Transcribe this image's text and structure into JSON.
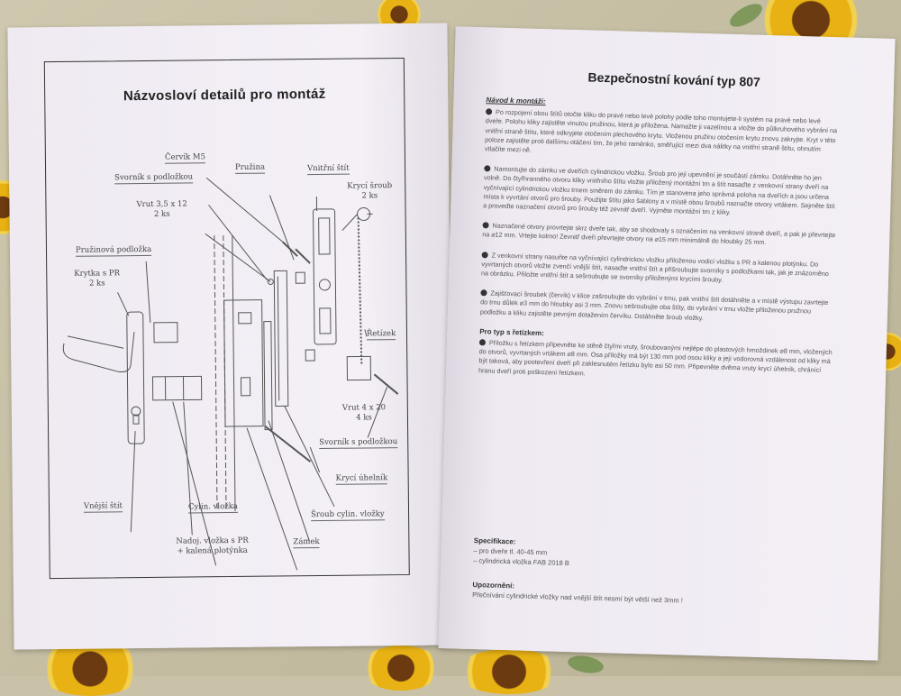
{
  "left_page": {
    "title": "Názvosloví detailů pro montáž",
    "labels": {
      "cervik": "Červík M5",
      "pruzina": "Pružina",
      "vnitrni_stit": "Vnitřní štít",
      "kryci_sroub": "Krycí šroub",
      "kryci_sroub_qty": "2 ks",
      "svornik_top": "Svorník s podložkou",
      "vrut_top": "Vrut 3,5 x 12",
      "vrut_top_qty": "2 ks",
      "pruzinova_podlozka": "Pružinová podložka",
      "krytka": "Krytka s PR",
      "krytka_qty": "2 ks",
      "retizek": "Řetízek",
      "vrut_bottom": "Vrut 4 x 20",
      "vrut_bottom_qty": "4 ks",
      "svornik_bottom": "Svorník s podložkou",
      "kryci_uhelnik": "Krycí úhelník",
      "vnejsi_stit": "Vnější štít",
      "cylin_vlozka": "Cylin. vložka",
      "sroub_cylin": "Šroub cylin. vložky",
      "nadoj": "Nadoj. vložka s PR",
      "nadoj2": "+ kalená plotýnka",
      "zamek": "Zámek"
    }
  },
  "right_page": {
    "title": "Bezpečnostní kování typ 807",
    "install_header": "Návod k montáži:",
    "install_paragraphs": [
      "Po rozpojení obou štítů otočte kliku do pravé nebo levé polohy podle toho montujete-li systém na pravé nebo levé dveře. Polohu kliky zajistěte vinutou pružinou, která je přiložena. Namažte ji vazelínou a vložte do půlkruhového vybrání na vnitřní straně štítu, které odkryjete otočením plechového krytu. Vloženou pružinu otočením krytu znovu zakryjte. Kryt v této poloze zajistěte proti dalšímu otáčení tím, že jeho raménko, směřující mezi dva nálitky na vnitřní straně štítu, ohnutím vtlačíte mezi ně.",
      "Namontujte do zámku ve dveřích cylindrickou vložku. Šroub pro její upevnění je součástí zámku. Dotáhněte ho jen volně. Do čtyřhranného otvoru kliky vnitřního štítu vložte přiložený montážní trn a štít nasaďte z venkovní strany dveří na vyčnívající cylindrickou vložku trnem směrem do zámku. Tím je stanovena jeho správná poloha na dveřích a jsou určena místa k vyvrtání otvorů pro šrouby. Použijte štítu jako šablony a v místě obou šroubů naznačte otvory vrtákem. Sejměte štít a proveďte naznačení otvorů pro šrouby též zevnitř dveří. Vyjměte montážní trn z kliky.",
      "Naznačené otvory provrtejte skrz dveře tak, aby se shodovaly s označením na venkovní straně dveří, a pak je převrtejte na ⌀12 mm. Vrtejte kolmo! Zevnitř dveří převrtejte otvory na ⌀15 mm minimálně do hloubky 25 mm.",
      "Z venkovní strany nasuňte na vyčnívající cylindrickou vložku přiloženou vodicí vložku s PR a kalenou plotýnku. Do vyvrtaných otvorů vložte zvenčí vnější štít, nasaďte vnitřní štít a přišroubujte svorníky s podložkami tak, jak je znázorněno na obrázku. Přiložte vnitřní štít a sešroubujte se svorníky přiloženými krycími šrouby.",
      "Zajišťovací šroubek (červík) v klice zašroubujte do vybrání v trnu, pak vnitřní štít dotáhněte a v místě výstupu zavrtejte do trnu důlek ⌀3 mm do hloubky asi 3 mm. Znovu sešroubujte oba štíty, do vybrání v trnu vložte přiloženou pružnou podložku a kliku zajistěte pevným dotažením červíku. Dotáhněte šroub vložky."
    ],
    "chain_header": "Pro typ s řetízkem:",
    "chain_paragraph": "Příložku s řetízkem připevněte ke stěně čtyřmi vruty, šroubovanými nejlépe do plastových hmoždinek ⌀8 mm, vložených do otvorů, vyvrtaných vrtákem ⌀8 mm. Osa příložky má být 130 mm pod osou kliky a její vodorovná vzdálenost od kliky má být taková, aby pootevření dveří při zaklesnutém řetízku bylo asi 50 mm. Připevněte dvěma vruty krycí úhelník, chránící hranu dveří proti poškození řetízkem.",
    "spec_header": "Specifikace:",
    "spec_items": [
      "– pro dveře tl. 40-45 mm",
      "– cylindrická vložka FAB 2018 B"
    ],
    "warn_header": "Upozornění:",
    "warn_text": "Přečnívání cylindrické vložky nad vnější štít nesmí být větší než 3mm !"
  }
}
